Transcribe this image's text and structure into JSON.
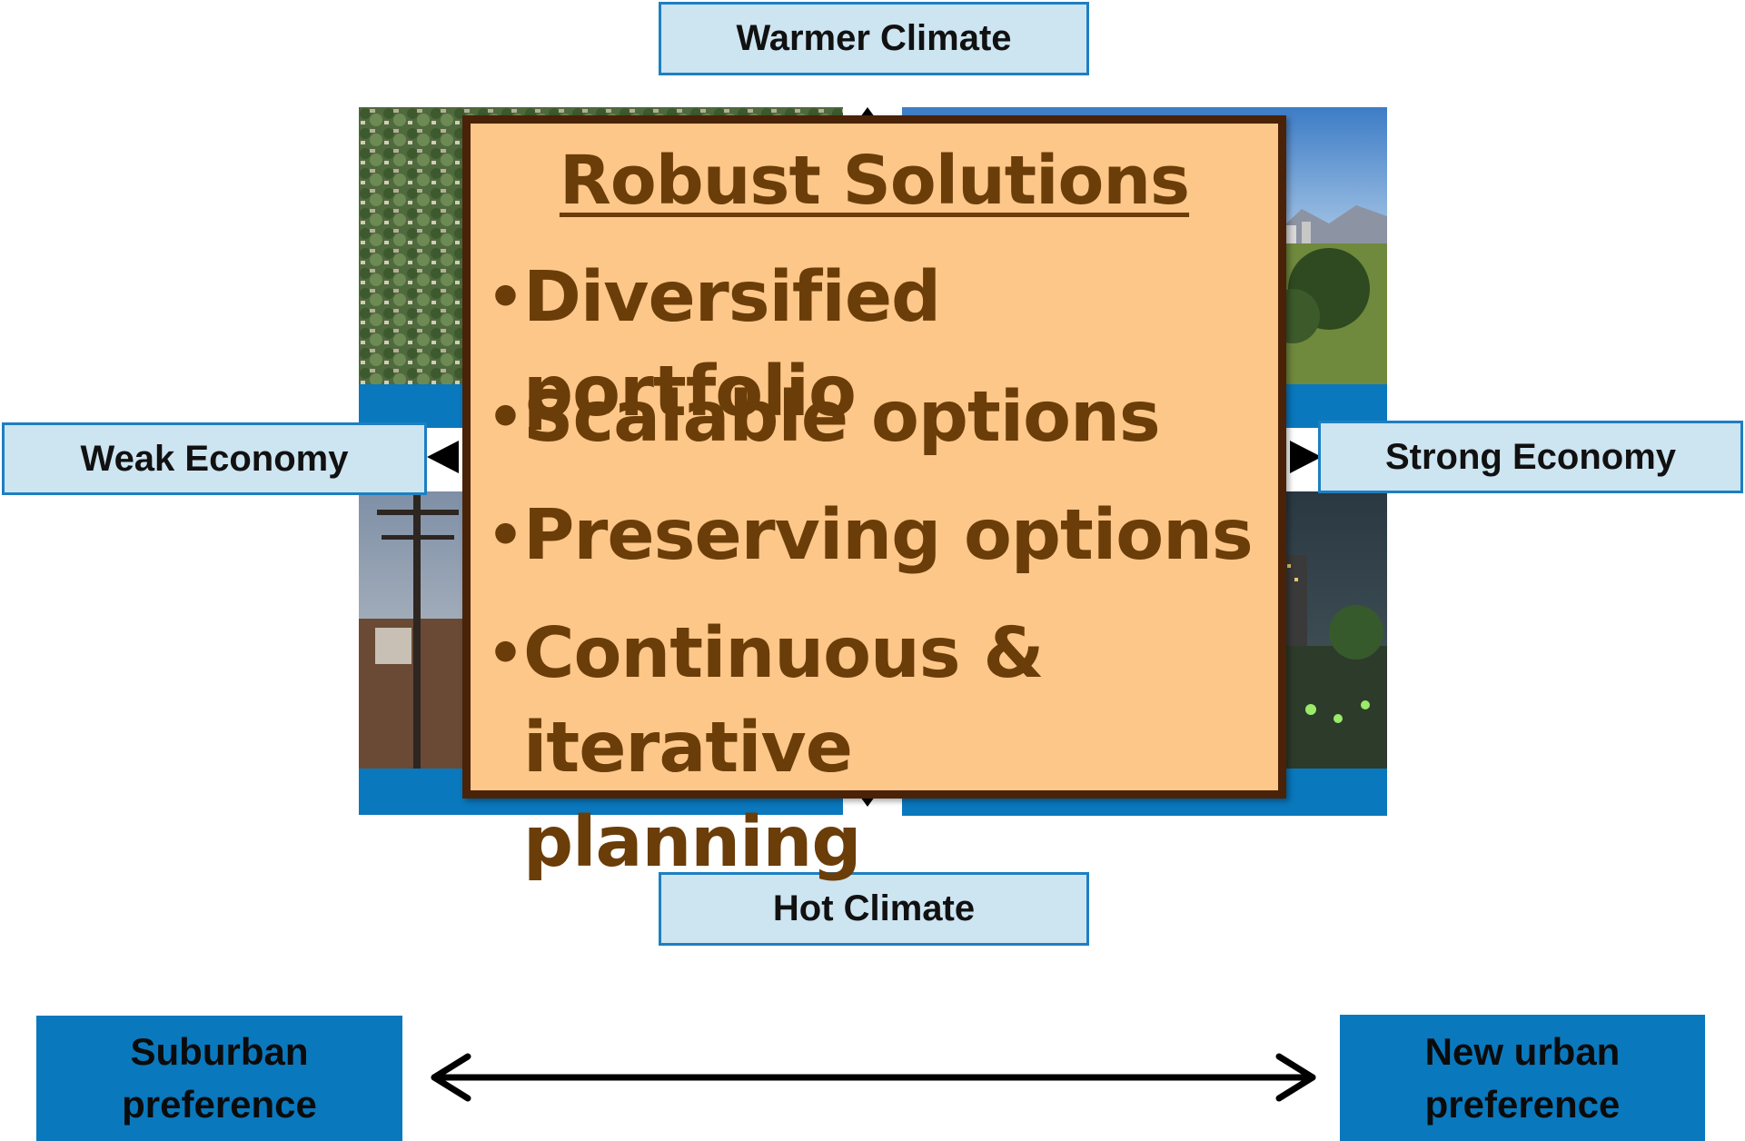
{
  "axes": {
    "top": "Warmer Climate",
    "bottom": "Hot Climate",
    "left": "Weak Economy",
    "right": "Strong Economy"
  },
  "robust_solutions": {
    "title": "Robust Solutions",
    "items": [
      "Diversified portfolio",
      "Scalable options",
      "Preserving options",
      "Continuous & iterative planning"
    ]
  },
  "preference_scale": {
    "left": "Suburban preference",
    "right": "New urban preference"
  },
  "colors": {
    "label_fill": "#cde4f1",
    "label_border": "#1d7fc1",
    "band_blue": "#0a78bd",
    "robust_fill": "#fdc78a",
    "robust_border": "#4a2208",
    "robust_text": "#6b3d08"
  }
}
